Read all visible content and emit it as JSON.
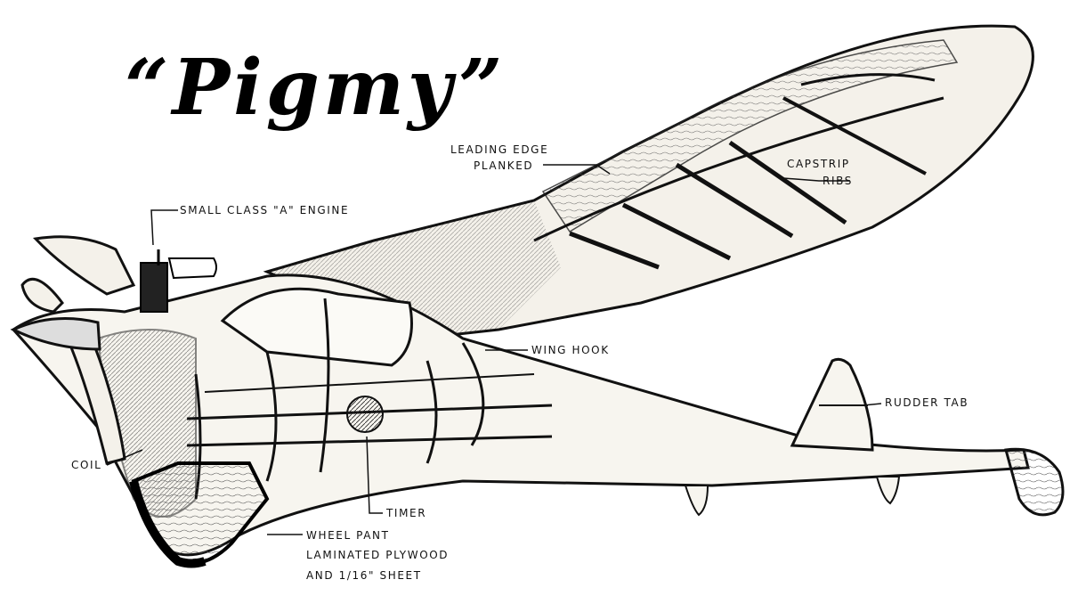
{
  "title": "“Pigmy”",
  "labels": {
    "leading_edge_1": "LEADING EDGE",
    "leading_edge_2": "PLANKED",
    "capstrip_1": "CAPSTRIP",
    "capstrip_2": "RIBS",
    "engine": "SMALL CLASS \"A\" ENGINE",
    "wing_hook": "WING HOOK",
    "rudder_tab": "RUDDER TAB",
    "coil": "COIL",
    "timer": "TIMER",
    "wheel_pant_1": "WHEEL PANT",
    "wheel_pant_2": "LAMINATED PLYWOOD",
    "wheel_pant_3": "AND 1/16\" SHEET"
  }
}
